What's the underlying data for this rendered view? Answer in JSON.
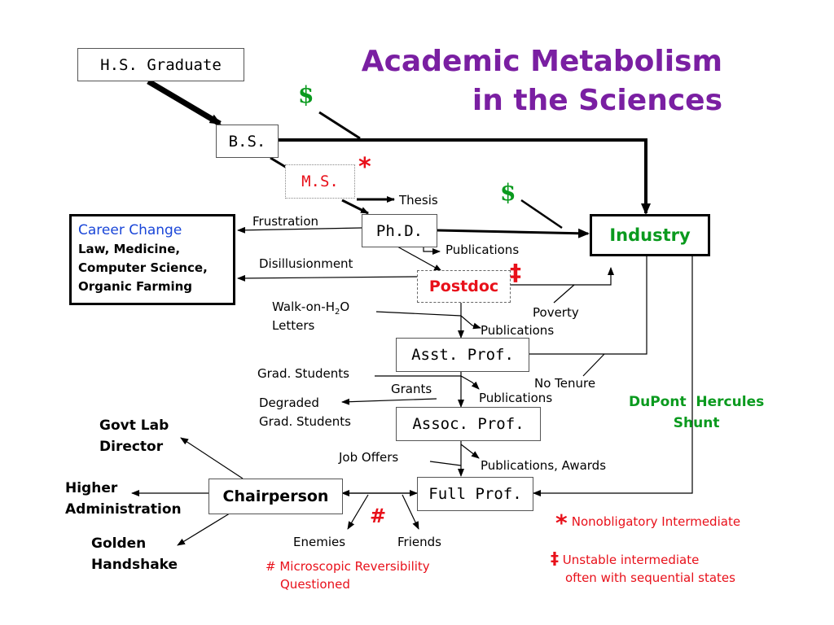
{
  "title_line1": "Academic Metabolism",
  "title_line2": "in the Sciences",
  "nodes": {
    "hs_graduate": "H.S. Graduate",
    "bs": "B.S.",
    "ms": "M.S.",
    "phd": "Ph.D.",
    "postdoc": "Postdoc",
    "asst_prof": "Asst. Prof.",
    "assoc_prof": "Assoc. Prof.",
    "full_prof": "Full Prof.",
    "chairperson": "Chairperson",
    "industry": "Industry",
    "career_change_title": "Career Change",
    "career_change_lines": [
      "Law, Medicine,",
      "Computer Science,",
      "Organic Farming"
    ]
  },
  "labels": {
    "thesis": "Thesis",
    "frustration": "Frustration",
    "publications_phd": "Publications",
    "disillusionment": "Disillusionment",
    "walk_on_water": "Walk-on-H",
    "walk_sub": "2",
    "walk_suffix": "O",
    "letters": "Letters",
    "poverty": "Poverty",
    "publications_postdoc": "Publications",
    "grad_students": "Grad. Students",
    "grants": "Grants",
    "publications_asst": "Publications",
    "no_tenure": "No Tenure",
    "degraded_1": "Degraded",
    "degraded_2": "Grad. Students",
    "job_offers": "Job Offers",
    "publications_awards": "Publications, Awards",
    "enemies": "Enemies",
    "friends": "Friends",
    "govt_lab_1": "Govt Lab",
    "govt_lab_2": "Director",
    "higher_admin_1": "Higher",
    "higher_admin_2": "Administration",
    "golden_1": "Golden",
    "golden_2": "Handshake",
    "dupont_1": "DuPont  Hercules",
    "dupont_2": "Shunt"
  },
  "symbols": {
    "dollar": "$",
    "asterisk": "*",
    "double_dagger": "‡",
    "hash": "#"
  },
  "legend": {
    "asterisk_text": "Nonobligatory Intermediate",
    "dagger_text_1": "Unstable intermediate",
    "dagger_text_2": "often with sequential states",
    "hash_text_1": "Microscopic Reversibility",
    "hash_text_2": "Questioned"
  },
  "colors": {
    "title": "#7a1fa2",
    "red": "#e8101a",
    "green": "#0a9a1e",
    "blue": "#1a46d8"
  }
}
